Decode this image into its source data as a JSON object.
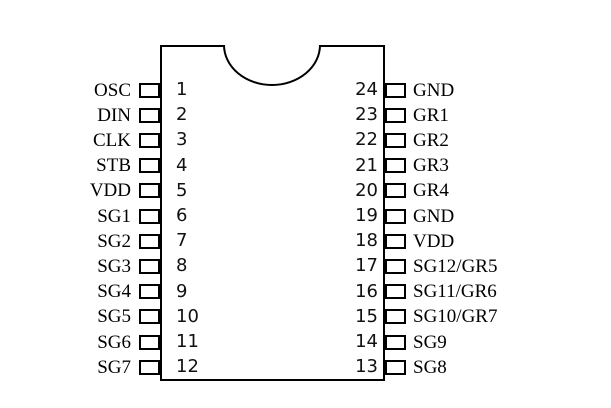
{
  "diagram": {
    "title": "24-pin DIP IC pinout diagram",
    "package": {
      "pin_count": 24,
      "pins_per_side": 12,
      "notch": "semicircle-notch-top",
      "outline_color": "#000000",
      "background_color": "#ffffff"
    },
    "left_pins": [
      {
        "number": "1",
        "label": "OSC"
      },
      {
        "number": "2",
        "label": "DIN"
      },
      {
        "number": "3",
        "label": "CLK"
      },
      {
        "number": "4",
        "label": "STB"
      },
      {
        "number": "5",
        "label": "VDD"
      },
      {
        "number": "6",
        "label": "SG1"
      },
      {
        "number": "7",
        "label": "SG2"
      },
      {
        "number": "8",
        "label": "SG3"
      },
      {
        "number": "9",
        "label": "SG4"
      },
      {
        "number": "10",
        "label": "SG5"
      },
      {
        "number": "11",
        "label": "SG6"
      },
      {
        "number": "12",
        "label": "SG7"
      }
    ],
    "right_pins": [
      {
        "number": "24",
        "label": "GND"
      },
      {
        "number": "23",
        "label": "GR1"
      },
      {
        "number": "22",
        "label": "GR2"
      },
      {
        "number": "21",
        "label": "GR3"
      },
      {
        "number": "20",
        "label": "GR4"
      },
      {
        "number": "19",
        "label": "GND"
      },
      {
        "number": "18",
        "label": "VDD"
      },
      {
        "number": "17",
        "label": "SG12/GR5"
      },
      {
        "number": "16",
        "label": "SG11/GR6"
      },
      {
        "number": "15",
        "label": "SG10/GR7"
      },
      {
        "number": "14",
        "label": "SG9"
      },
      {
        "number": "13",
        "label": "SG8"
      }
    ]
  }
}
